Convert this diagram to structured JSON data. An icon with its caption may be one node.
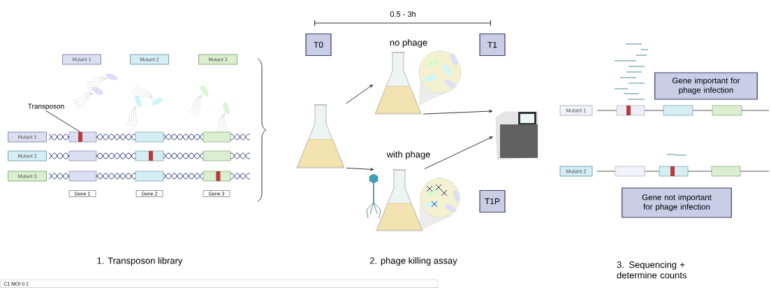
{
  "diagram": {
    "nodes": [
      {
        "text": [
          "Mutant 1"
        ]
      },
      {
        "text": [
          "Mutant 2"
        ]
      },
      {
        "text": [
          "Mutant 3"
        ]
      },
      {
        "text": [
          "Transposon"
        ]
      },
      {
        "text": [],
        "shape": "bar"
      },
      {
        "text": [
          "Mutant 1"
        ]
      },
      {
        "text": [
          "Mutant 2"
        ]
      },
      {
        "text": [
          "Mutant 3"
        ]
      },
      {
        "text": [
          "Gene 1"
        ]
      },
      {
        "text": [
          "Gene 2"
        ]
      },
      {
        "text": [
          "Gene 3"
        ]
      },
      {
        "text": [
          "T0"
        ]
      },
      {
        "text": [
          "T1"
        ]
      },
      {
        "text": [
          "T1P"
        ]
      },
      {
        "text": [],
        "shape": "picture"
      },
      {
        "text": [
          "no phage"
        ]
      },
      {
        "text": [
          "with phage"
        ]
      },
      {
        "text": [],
        "shape": "picture"
      },
      {
        "text": [
          "Mutant 1"
        ]
      },
      {
        "text": [
          "Mutant 2"
        ]
      },
      {
        "text": [
          "Gene important for phage infection"
        ]
      },
      {
        "text": [
          "Gene not important for phage infection"
        ]
      }
    ],
    "edges": [
      {
        "from": 3,
        "to": 4,
        "arrow": "none"
      },
      {
        "from": 14,
        "to": 15,
        "arrow": "to"
      },
      {
        "from": 14,
        "to": 16,
        "arrow": "to"
      },
      {
        "from": 15,
        "to": 17,
        "arrow": "to"
      },
      {
        "from": 16,
        "to": 17,
        "arrow": "to"
      }
    ],
    "labels": [
      "0.5 - 3h",
      "1. Transposon library",
      "2. phage killing assay",
      "3. Sequencing + determine counts",
      "C1 MOI 0.1"
    ]
  }
}
